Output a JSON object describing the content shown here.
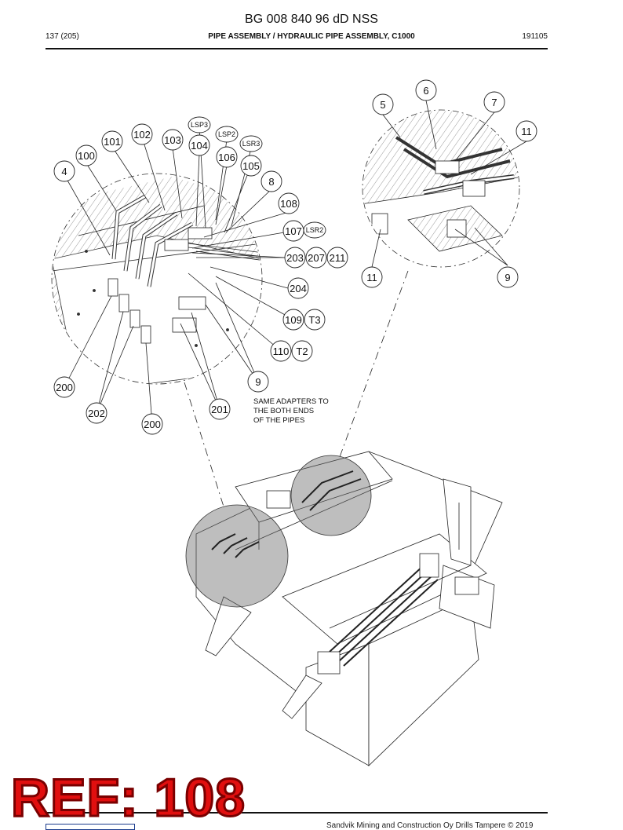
{
  "document": {
    "title": "BG 008 840 96 dD NSS",
    "page": "137 (205)",
    "section": "PIPE ASSEMBLY / HYDRAULIC PIPE ASSEMBLY, C1000",
    "date": "191105"
  },
  "callouts": {
    "c4": "4",
    "c100": "100",
    "c101": "101",
    "c102": "102",
    "c103": "103",
    "c104": "104",
    "c106": "106",
    "c105": "105",
    "c8": "8",
    "c108": "108",
    "c107": "107",
    "c203": "203",
    "c207": "207",
    "c211": "211",
    "c204": "204",
    "c109": "109",
    "c110": "110",
    "c9a": "9",
    "c201": "201",
    "c200a": "200",
    "c202": "202",
    "c200b": "200",
    "c5": "5",
    "c6": "6",
    "c7": "7",
    "c11a": "11",
    "c11b": "11",
    "c9b": "9",
    "t3": "T3",
    "t2": "T2",
    "lsp3": "LSP3",
    "lsp2": "LSP2",
    "lsr3": "LSR3",
    "lsr2": "LSR2"
  },
  "note": {
    "line1": "SAME ADAPTERS TO",
    "line2": "THE BOTH ENDS",
    "line3": "OF THE PIPES"
  },
  "stamp": {
    "text": "REF: 108"
  },
  "footer": {
    "copyright": "Sandvik Mining and Construction Oy Drills Tampere © 2019"
  }
}
